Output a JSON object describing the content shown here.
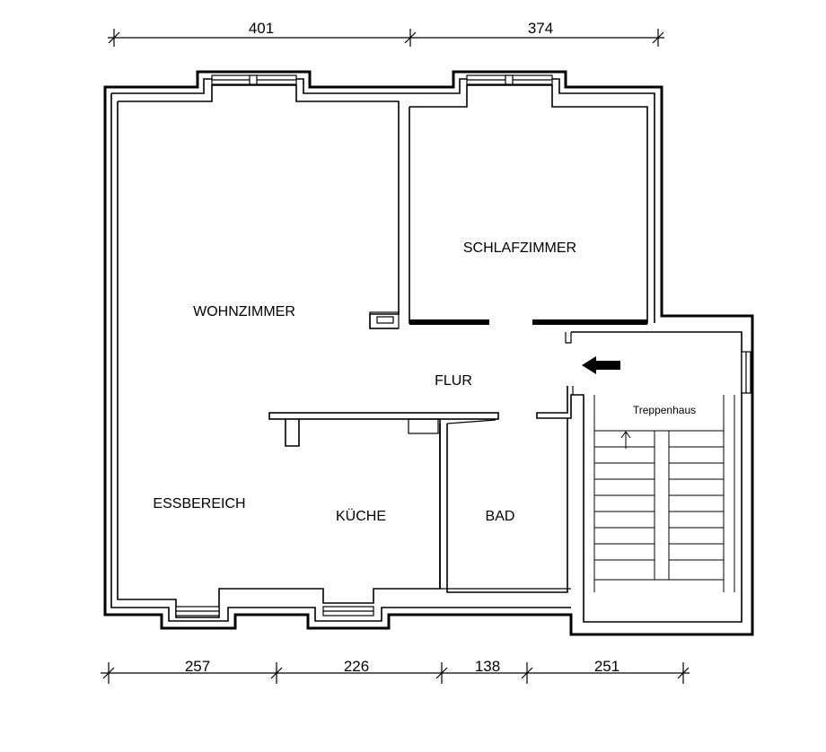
{
  "dimensions": {
    "top": [
      "401",
      "374"
    ],
    "bottom": [
      "257",
      "226",
      "138",
      "251"
    ]
  },
  "rooms": {
    "wohnzimmer": "WOHNZIMMER",
    "schlafzimmer": "SCHLAFZIMMER",
    "flur": "FLUR",
    "essbereich": "ESSBEREICH",
    "kueche": "KÜCHE",
    "bad": "BAD",
    "treppenhaus": "Treppenhaus"
  },
  "icons": {
    "entry": "entry-arrow-icon",
    "stair_direction": "stair-arrow-icon"
  }
}
